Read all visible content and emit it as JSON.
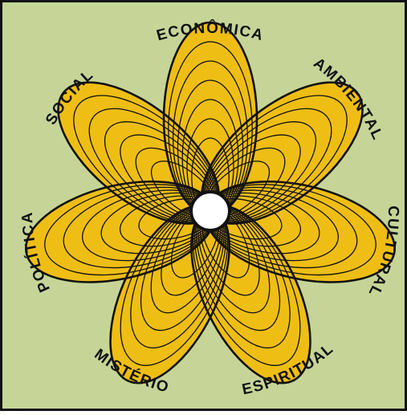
{
  "colors": {
    "background": "#c6d597",
    "petal_fill": "#efbe15",
    "line": "#111111",
    "center": "#ffffff"
  },
  "petals": [
    {
      "key": "economica",
      "label": "ECONÔMICA"
    },
    {
      "key": "ambiental",
      "label": "AMBIENTAL"
    },
    {
      "key": "cultural",
      "label": "CULTURAL"
    },
    {
      "key": "espiritual",
      "label": "ESPIRITUAL"
    },
    {
      "key": "misterio",
      "label": "MISTÉRIO"
    },
    {
      "key": "politica",
      "label": "POLÍTICA"
    },
    {
      "key": "social",
      "label": "SOCIAL"
    }
  ]
}
